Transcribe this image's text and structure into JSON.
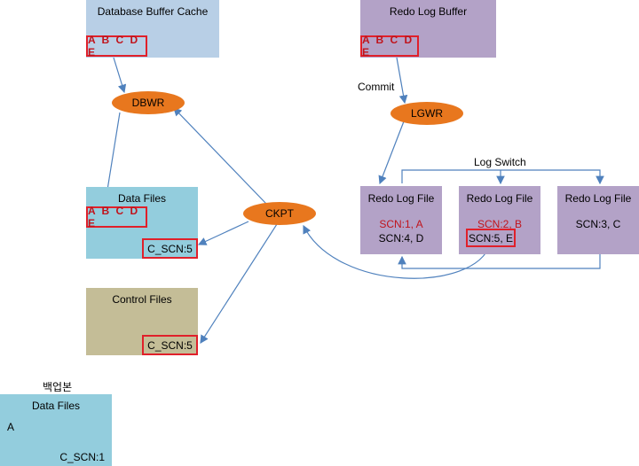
{
  "colors": {
    "buffer_cache": "#b8cfe6",
    "redo_buffer": "#b3a2c7",
    "data_files": "#93cddd",
    "control_files": "#c4bd97",
    "redo_log_file": "#b3a2c7",
    "process_oval": "#e8771e",
    "red_border": "#e0202a",
    "arrow": "#4f81bd"
  },
  "buffer_cache": {
    "title": "Database Buffer Cache",
    "blocks": "A B C D E"
  },
  "redo_buffer": {
    "title": "Redo Log Buffer",
    "blocks": "A B C D E"
  },
  "processes": {
    "dbwr": "DBWR",
    "lgwr": "LGWR",
    "ckpt": "CKPT"
  },
  "labels": {
    "commit": "Commit",
    "log_switch": "Log Switch",
    "backup": "백업본"
  },
  "data_files": {
    "title": "Data Files",
    "blocks": "A B C D E",
    "scn": "C_SCN:5"
  },
  "control_files": {
    "title": "Control Files",
    "scn": "C_SCN:5"
  },
  "redo_log_files": [
    {
      "title": "Redo Log File",
      "line1": "SCN:1, A",
      "line2": "SCN:4, D"
    },
    {
      "title": "Redo Log File",
      "line1": "SCN:2, B",
      "line2": "SCN:5, E"
    },
    {
      "title": "Redo Log File",
      "line1": "SCN:3, C",
      "line2": ""
    }
  ],
  "backup_data_files": {
    "title": "Data Files",
    "content": "A",
    "scn": "C_SCN:1"
  }
}
